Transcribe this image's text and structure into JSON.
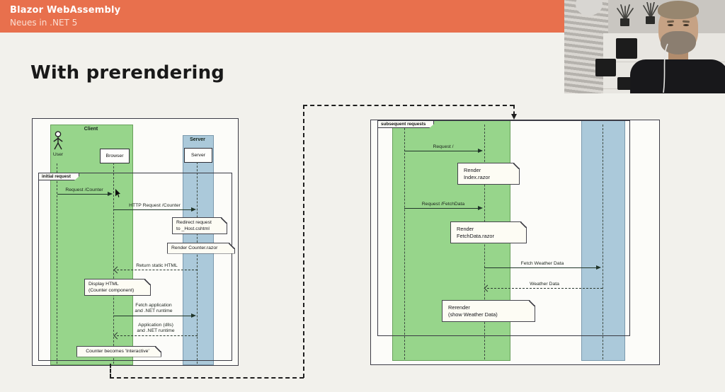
{
  "header": {
    "title": "Blazor WebAssembly",
    "subtitle": "Neues in .NET 5"
  },
  "slide": {
    "title": "With prerendering"
  },
  "colors": {
    "accent_orange": "#e8704d",
    "participant_green": "#97d58b",
    "participant_blue": "#abc9da",
    "background": "#f2f1ec"
  },
  "left": {
    "client": "Client",
    "user": "User",
    "browser": "Browser",
    "server_group": "Server",
    "server": "Server",
    "frame": "initial request",
    "m1": "Request /Counter",
    "m2": "HTTP Request /Counter",
    "m3": "Return static HTML",
    "m4a": "Fetch application",
    "m4b": "and .NET runtime",
    "m5a": "Application (dlls)",
    "m5b": "and .NET runtime",
    "n1a": "Redirect request",
    "n1b": "to _Host.cshtml",
    "n2": "Render Counter.razor",
    "n3a": "Display HTML",
    "n3b": "(Counter component)",
    "n4": "Counter becomes 'Interactive'"
  },
  "right": {
    "frame": "subsequent requests",
    "m1": "Request /",
    "m2": "Request /FetchData",
    "m3": "Fetch Weather Data",
    "m4": "Weather Data",
    "n1a": "Render",
    "n1b": "Index.razor",
    "n2a": "Render",
    "n2b": "FetchData.razor",
    "n3a": "Rerender",
    "n3b": "(show Weather Data)"
  }
}
